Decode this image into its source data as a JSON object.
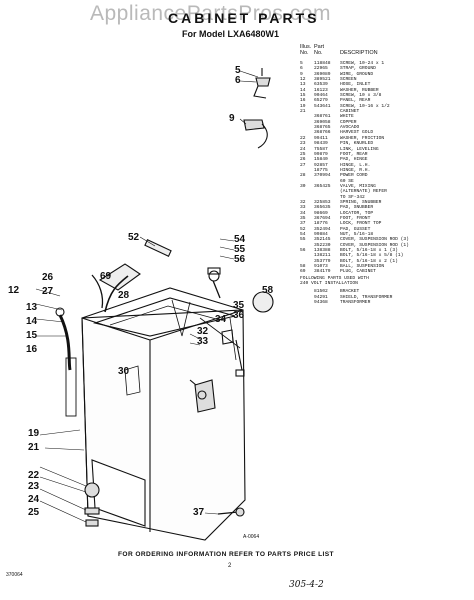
{
  "watermark": "AppliancePartsPros.com",
  "header": {
    "title": "CABINET PARTS",
    "subtitle": "For Model LXA6480W1"
  },
  "table": {
    "col_ill": "Illus.\nNo.",
    "col_part": "Part\nNo.",
    "col_desc": "DESCRIPTION",
    "rows": [
      {
        "no": "5",
        "pn": "118848",
        "desc": "SCREW, 10-24 x 1"
      },
      {
        "no": "6",
        "pn": "22965",
        "desc": "STRAP, GROUND"
      },
      {
        "no": "9",
        "pn": "369089",
        "desc": "WIRE, GROUND"
      },
      {
        "no": "12",
        "pn": "389521",
        "desc": "SCREEN"
      },
      {
        "no": "13",
        "pn": "63539",
        "desc": "HOSE, INLET"
      },
      {
        "no": "14",
        "pn": "16123",
        "desc": "WASHER, RUBBER"
      },
      {
        "no": "15",
        "pn": "90464",
        "desc": "SCREW, 10 x 3/8"
      },
      {
        "no": "16",
        "pn": "65279",
        "desc": "PANEL, REAR"
      },
      {
        "no": "19",
        "pn": "543641",
        "desc": "SCREW, 10-16 x 1/2"
      },
      {
        "no": "21",
        "pn": "",
        "desc": "CABINET"
      },
      {
        "no": "",
        "pn": "368761",
        "desc": "WHITE"
      },
      {
        "no": "",
        "pn": "369058",
        "desc": "COPPER"
      },
      {
        "no": "",
        "pn": "368765",
        "desc": "AVOCADO"
      },
      {
        "no": "",
        "pn": "368766",
        "desc": "HARVEST GOLD"
      },
      {
        "no": "22",
        "pn": "99411",
        "desc": "WASHER, FRICTION"
      },
      {
        "no": "23",
        "pn": "98439",
        "desc": "PIN, KNURLED"
      },
      {
        "no": "24",
        "pn": "75587",
        "desc": "LINK, LEVELING"
      },
      {
        "no": "25",
        "pn": "99879",
        "desc": "FOOT, REAR"
      },
      {
        "no": "26",
        "pn": "15840",
        "desc": "PAD, HINGE"
      },
      {
        "no": "27",
        "pn": "92857",
        "desc": "HINGE, L.H."
      },
      {
        "no": "",
        "pn": "18775",
        "desc": "HINGE, R.H."
      },
      {
        "no": "28",
        "pn": "370994",
        "desc": "POWER CORD"
      },
      {
        "no": "",
        "pn": "",
        "desc": "60 SE"
      },
      {
        "no": "30",
        "pn": "365425",
        "desc": "VALVE, MIXING"
      },
      {
        "no": "",
        "pn": "",
        "desc": "(ALTERNATE) REFER"
      },
      {
        "no": "",
        "pn": "",
        "desc": "TO SF-342"
      },
      {
        "no": "32",
        "pn": "325853",
        "desc": "SPRING, SNUBBER"
      },
      {
        "no": "33",
        "pn": "365635",
        "desc": "PAD, SNUBBER"
      },
      {
        "no": "34",
        "pn": "98669",
        "desc": "LOCATOR, TOP"
      },
      {
        "no": "35",
        "pn": "367694",
        "desc": "FOOT, FRONT"
      },
      {
        "no": "37",
        "pn": "18776",
        "desc": "LOCK, FRONT TOP"
      },
      {
        "no": "52",
        "pn": "352494",
        "desc": "PAD, GUSSET"
      },
      {
        "no": "54",
        "pn": "99884",
        "desc": "NUT, 5/16-18"
      },
      {
        "no": "55",
        "pn": "352145",
        "desc": "COVER, SUSPENSION ROD (3)"
      },
      {
        "no": "",
        "pn": "352230",
        "desc": "COVER, SUSPENSION ROD (1)"
      },
      {
        "no": "56",
        "pn": "138388",
        "desc": "BOLT, 5/16-18 x 1 (3)"
      },
      {
        "no": "",
        "pn": "138211",
        "desc": "BOLT, 5/16-18 x 5/8 (1)"
      },
      {
        "no": "",
        "pn": "353779",
        "desc": "BOLT, 5/16-18 x 2 (1)"
      },
      {
        "no": "58",
        "pn": "91073",
        "desc": "BALL, SUSPENSION"
      },
      {
        "no": "69",
        "pn": "384179",
        "desc": "PLUG, CABINET"
      }
    ],
    "following_title": "FOLLOWING PARTS USED WITH",
    "following_subtitle": "240 VOLT INSTALLATION",
    "following_rows": [
      {
        "no": "",
        "pn": "81502",
        "desc": "BRACKET"
      },
      {
        "no": "",
        "pn": "94291",
        "desc": "SHIELD, TRANSFORMER"
      },
      {
        "no": "",
        "pn": "94368",
        "desc": "TRANSFORMER"
      }
    ]
  },
  "callouts": [
    "5",
    "6",
    "9",
    "12",
    "13",
    "14",
    "15",
    "16",
    "19",
    "21",
    "22",
    "23",
    "24",
    "25",
    "26",
    "27",
    "28",
    "30",
    "32",
    "33",
    "34",
    "35",
    "36",
    "37",
    "52",
    "54",
    "55",
    "56",
    "58",
    "69"
  ],
  "diagram_code": "A-0064",
  "footer": "FOR ORDERING INFORMATION REFER TO PARTS PRICE LIST",
  "page_number": "2",
  "doc_code": "370064",
  "handwritten": "305-4-2"
}
